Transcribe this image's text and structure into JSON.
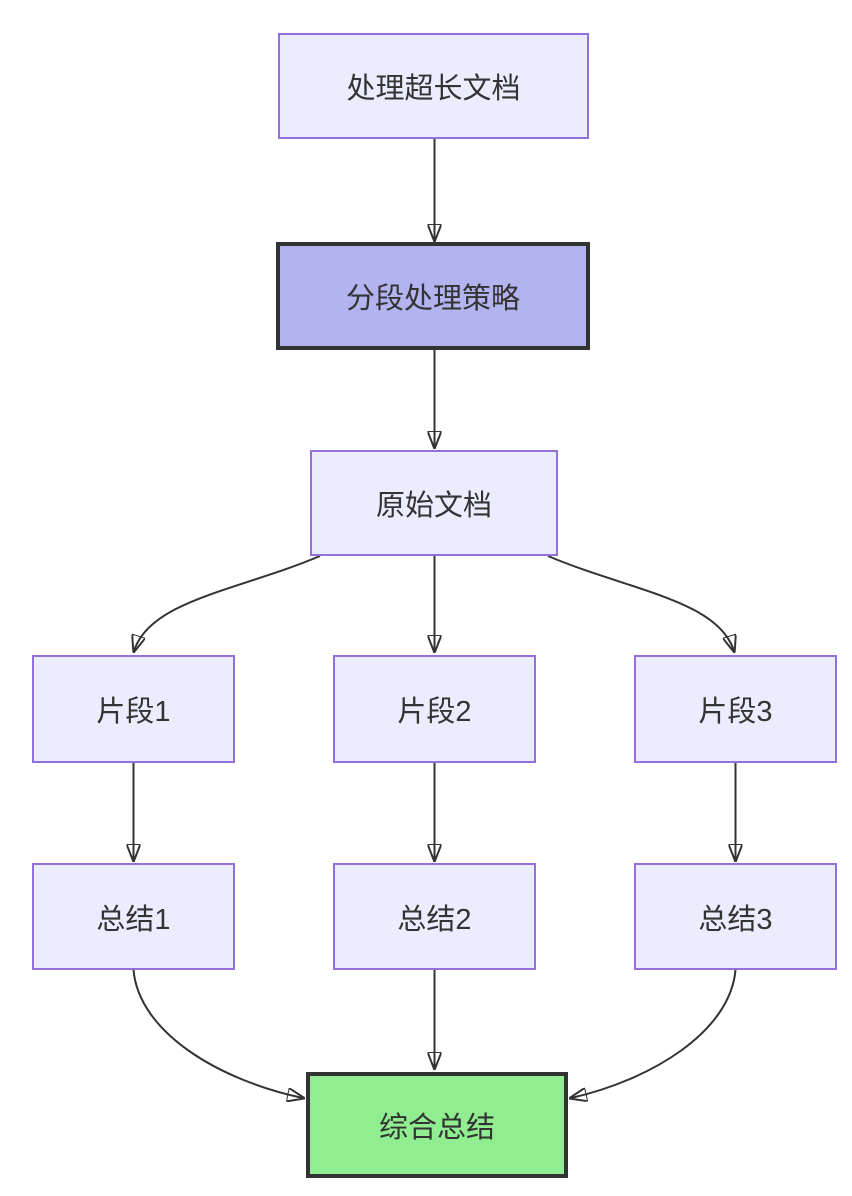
{
  "diagram": {
    "type": "flowchart",
    "direction": "top-down",
    "background": "#ffffff",
    "palette": {
      "node_fill": "#ECECFF",
      "node_border": "#9370DB",
      "highlight_fill": "#B3B3F0",
      "highlight_border": "#333333",
      "result_fill": "#90EE90",
      "result_border": "#333333",
      "edge_color": "#333333",
      "text_color": "#333333"
    },
    "nodes": [
      {
        "id": "doc",
        "label": "处理超长文档",
        "style": "default"
      },
      {
        "id": "strategy",
        "label": "分段处理策略",
        "style": "highlight"
      },
      {
        "id": "original",
        "label": "原始文档",
        "style": "default"
      },
      {
        "id": "frag1",
        "label": "片段1",
        "style": "default"
      },
      {
        "id": "frag2",
        "label": "片段2",
        "style": "default"
      },
      {
        "id": "frag3",
        "label": "片段3",
        "style": "default"
      },
      {
        "id": "sum1",
        "label": "总结1",
        "style": "default"
      },
      {
        "id": "sum2",
        "label": "总结2",
        "style": "default"
      },
      {
        "id": "sum3",
        "label": "总结3",
        "style": "default"
      },
      {
        "id": "final",
        "label": "综合总结",
        "style": "result"
      }
    ],
    "edges": [
      {
        "from": "doc",
        "to": "strategy"
      },
      {
        "from": "strategy",
        "to": "original"
      },
      {
        "from": "original",
        "to": "frag1"
      },
      {
        "from": "original",
        "to": "frag2"
      },
      {
        "from": "original",
        "to": "frag3"
      },
      {
        "from": "frag1",
        "to": "sum1"
      },
      {
        "from": "frag2",
        "to": "sum2"
      },
      {
        "from": "frag3",
        "to": "sum3"
      },
      {
        "from": "sum1",
        "to": "final"
      },
      {
        "from": "sum2",
        "to": "final"
      },
      {
        "from": "sum3",
        "to": "final"
      }
    ]
  }
}
